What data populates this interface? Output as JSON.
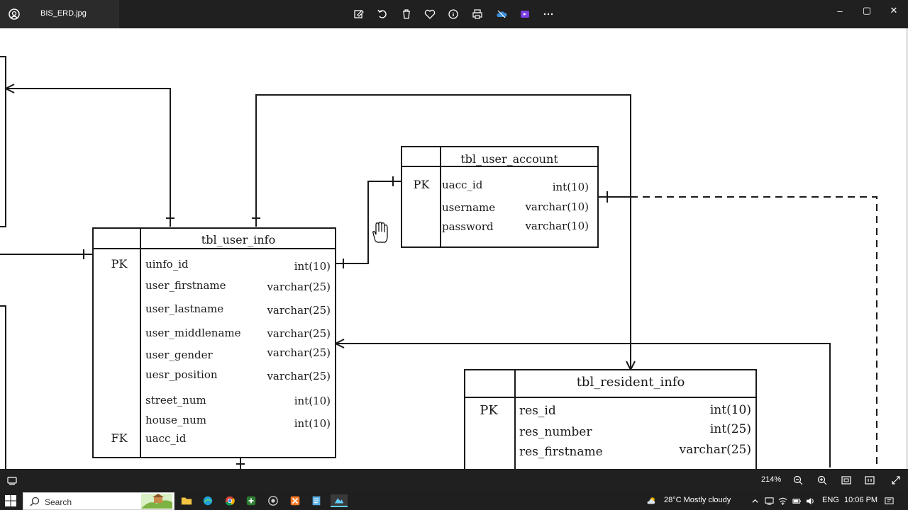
{
  "window": {
    "file_name": "BIS_ERD.jpg",
    "toolbar_icons": [
      "edit-image-icon",
      "rotate-icon",
      "delete-icon",
      "favorite-icon",
      "info-icon",
      "print-icon",
      "onedrive-icon",
      "clipchamp-icon",
      "more-icon"
    ],
    "controls": {
      "minimize": "–",
      "maximize": "▢",
      "close": "✕"
    }
  },
  "erd": {
    "tables": [
      {
        "name": "tbl_user_account",
        "rows": [
          {
            "key": "PK",
            "field": "uacc_id",
            "type": "int(10)"
          },
          {
            "key": "",
            "field": "username",
            "type": "varchar(10)"
          },
          {
            "key": "",
            "field": "password",
            "type": "varchar(10)"
          }
        ]
      },
      {
        "name": "tbl_user_info",
        "rows": [
          {
            "key": "PK",
            "field": "uinfo_id",
            "type": "int(10)"
          },
          {
            "key": "",
            "field": "user_firstname",
            "type": "varchar(25)"
          },
          {
            "key": "",
            "field": "user_lastname",
            "type": "varchar(25)"
          },
          {
            "key": "",
            "field": "user_middlename",
            "type": "varchar(25)"
          },
          {
            "key": "",
            "field": "user_gender",
            "type": "varchar(25)"
          },
          {
            "key": "",
            "field": "uesr_position",
            "type": "varchar(25)"
          },
          {
            "key": "",
            "field": "street_num",
            "type": "int(10)"
          },
          {
            "key": "",
            "field": "house_num",
            "type": "int(10)"
          },
          {
            "key": "FK",
            "field": "uacc_id",
            "type": ""
          }
        ]
      },
      {
        "name": "tbl_resident_info",
        "rows": [
          {
            "key": "PK",
            "field": "res_id",
            "type": "int(10)"
          },
          {
            "key": "",
            "field": "res_number",
            "type": "int(25)"
          },
          {
            "key": "",
            "field": "res_firstname",
            "type": "varchar(25)"
          }
        ]
      }
    ]
  },
  "viewbar": {
    "zoom": "214%",
    "icons": [
      "filmstrip-icon",
      "zoom-out-icon",
      "zoom-in-icon",
      "fit-icon",
      "actual-size-icon",
      "fullscreen-icon"
    ]
  },
  "taskbar": {
    "search_placeholder": "Search",
    "weather": "28°C  Mostly cloudy",
    "language": "ENG",
    "time": "10:06 PM",
    "pinned_apps": [
      "file-explorer",
      "edge",
      "chrome",
      "app-green",
      "app-circle",
      "xampp",
      "notepad",
      "photos"
    ]
  },
  "colors": {
    "titlebar": "#202020",
    "taskbar": "#1f1f1f",
    "line": "#1a1a1a",
    "accent": "#60cdff"
  }
}
